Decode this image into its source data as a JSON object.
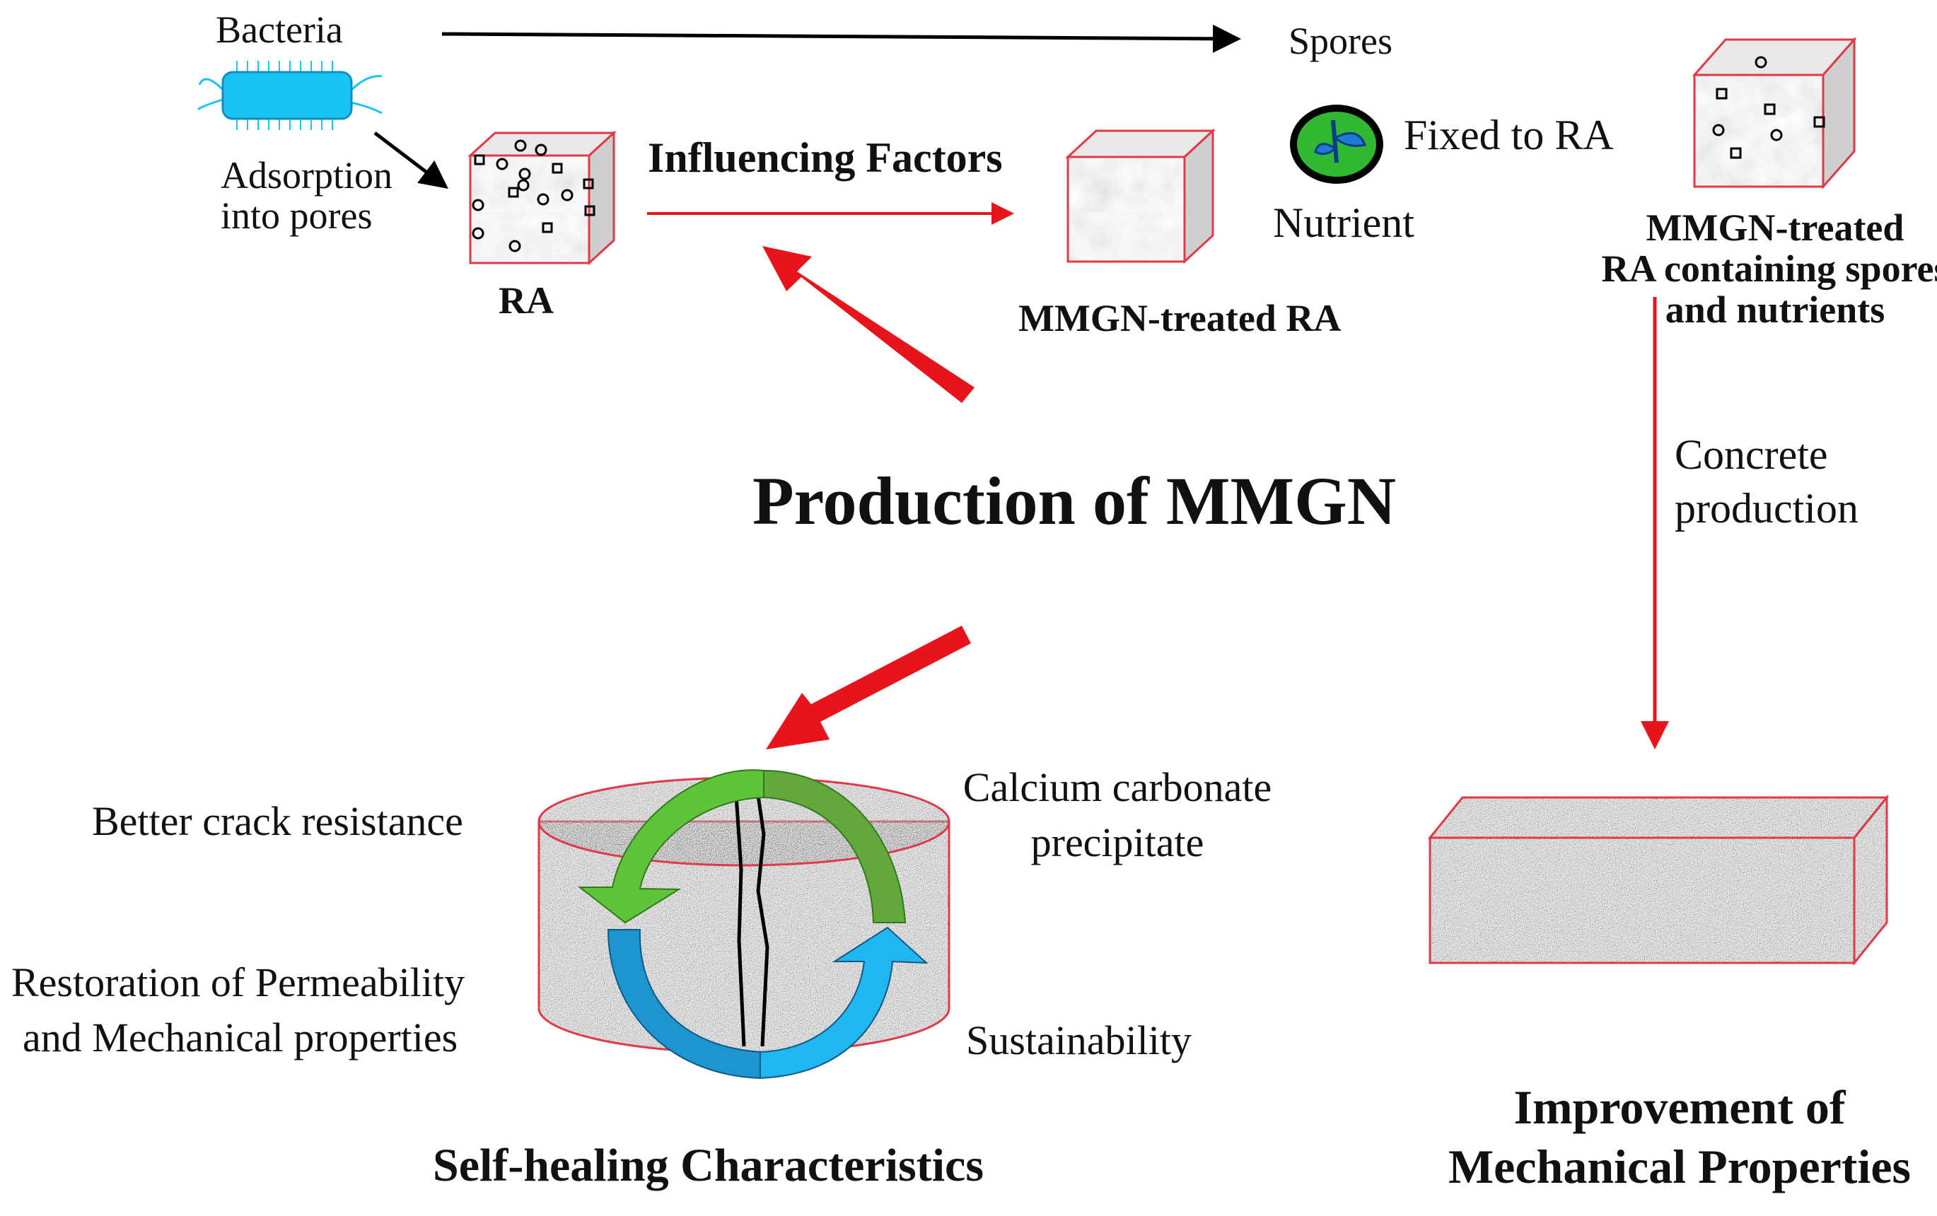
{
  "diagram": {
    "title": "Production of MMGN",
    "labels": {
      "bacteria": "Bacteria",
      "spores": "Spores",
      "adsorption_line1": "Adsorption",
      "adsorption_line2": "into pores",
      "ra": "RA",
      "influencing_factors": "Influencing Factors",
      "mmgn_treated_ra": "MMGN-treated RA",
      "fixed_to_ra": "Fixed to RA",
      "nutrient": "Nutrient",
      "mmgn_spores_line1": "MMGN-treated",
      "mmgn_spores_line2": "RA containing spores",
      "mmgn_spores_line3": "and nutrients",
      "concrete_line1": "Concrete",
      "concrete_line2": "production",
      "crack_resistance": "Better crack resistance",
      "permeability_line1": "Restoration of Permeability",
      "permeability_line2": "and Mechanical properties",
      "calcium_line1": "Calcium carbonate",
      "calcium_line2": "precipitate",
      "sustainability": "Sustainability",
      "self_healing": "Self-healing Characteristics",
      "improvement_line1": "Improvement of",
      "improvement_line2": "Mechanical Properties"
    },
    "colors": {
      "red_arrow": "#e8141c",
      "black_arrow": "#000000",
      "cube_edge": "#e03a4a",
      "bacteria_fill": "#19c3f2",
      "green_arrow": "#5fc43a",
      "blue_arrow": "#1f95d0",
      "nutrient_ring": "#2fb832"
    }
  }
}
